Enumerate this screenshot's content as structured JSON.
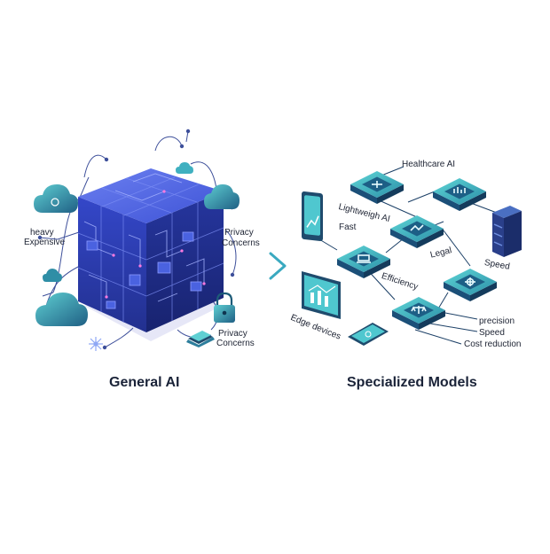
{
  "left": {
    "heading": "General AI",
    "labels": {
      "heavy": "heavy",
      "expensive": "Expensive",
      "privacy_top_1": "Privacy",
      "privacy_top_2": "Concerns",
      "privacy_bottom_1": "Privacy",
      "privacy_bottom_2": "Concerns"
    }
  },
  "right": {
    "heading": "Specialized Models",
    "labels": {
      "healthcare": "Healthcare AI",
      "lightweight": "Lightweigh AI",
      "fast": "Fast",
      "legal": "Legal",
      "speed_top": "Speed",
      "efficiency": "Efficiency",
      "edge_devices": "Edge devices",
      "precision": "precision",
      "speed_bottom": "Speed",
      "cost_reduction": "Cost reduction"
    }
  },
  "colors": {
    "cube_top": "#5b6ee8",
    "cube_left": "#2c3fb8",
    "cube_right": "#1e2a8f",
    "teal": "#3fc3c9",
    "navy": "#1b3f66",
    "arrow": "#49b8c8"
  },
  "icons": [
    "cloud-icon",
    "lock-icon",
    "laptop-icon",
    "tablet-icon",
    "server-icon",
    "medical-cross-icon",
    "chart-icon",
    "gear-icon",
    "scales-icon"
  ]
}
